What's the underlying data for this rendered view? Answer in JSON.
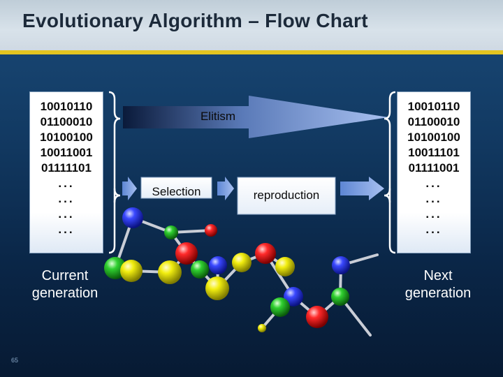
{
  "title": "Evolutionary Algorithm – Flow Chart",
  "current": {
    "rows": [
      "10010110",
      "01100010",
      "10100100",
      "10011001",
      "01111101"
    ],
    "dots": [
      "...",
      "...",
      "...",
      "..."
    ],
    "caption_line1": "Current",
    "caption_line2": "generation"
  },
  "next": {
    "rows": [
      "10010110",
      "01100010",
      "10100100",
      "10011101",
      "01111001"
    ],
    "dots": [
      "...",
      "...",
      "...",
      "..."
    ],
    "caption_line1": "Next",
    "caption_line2": "generation"
  },
  "steps": {
    "elitism": "Elitism",
    "selection": "Selection",
    "reproduction": "reproduction"
  },
  "page_number": "65",
  "colors": {
    "accent_bar": "#e3c521",
    "arrow_fill": "#9fb8e8",
    "box_fill": "#ffffff"
  }
}
